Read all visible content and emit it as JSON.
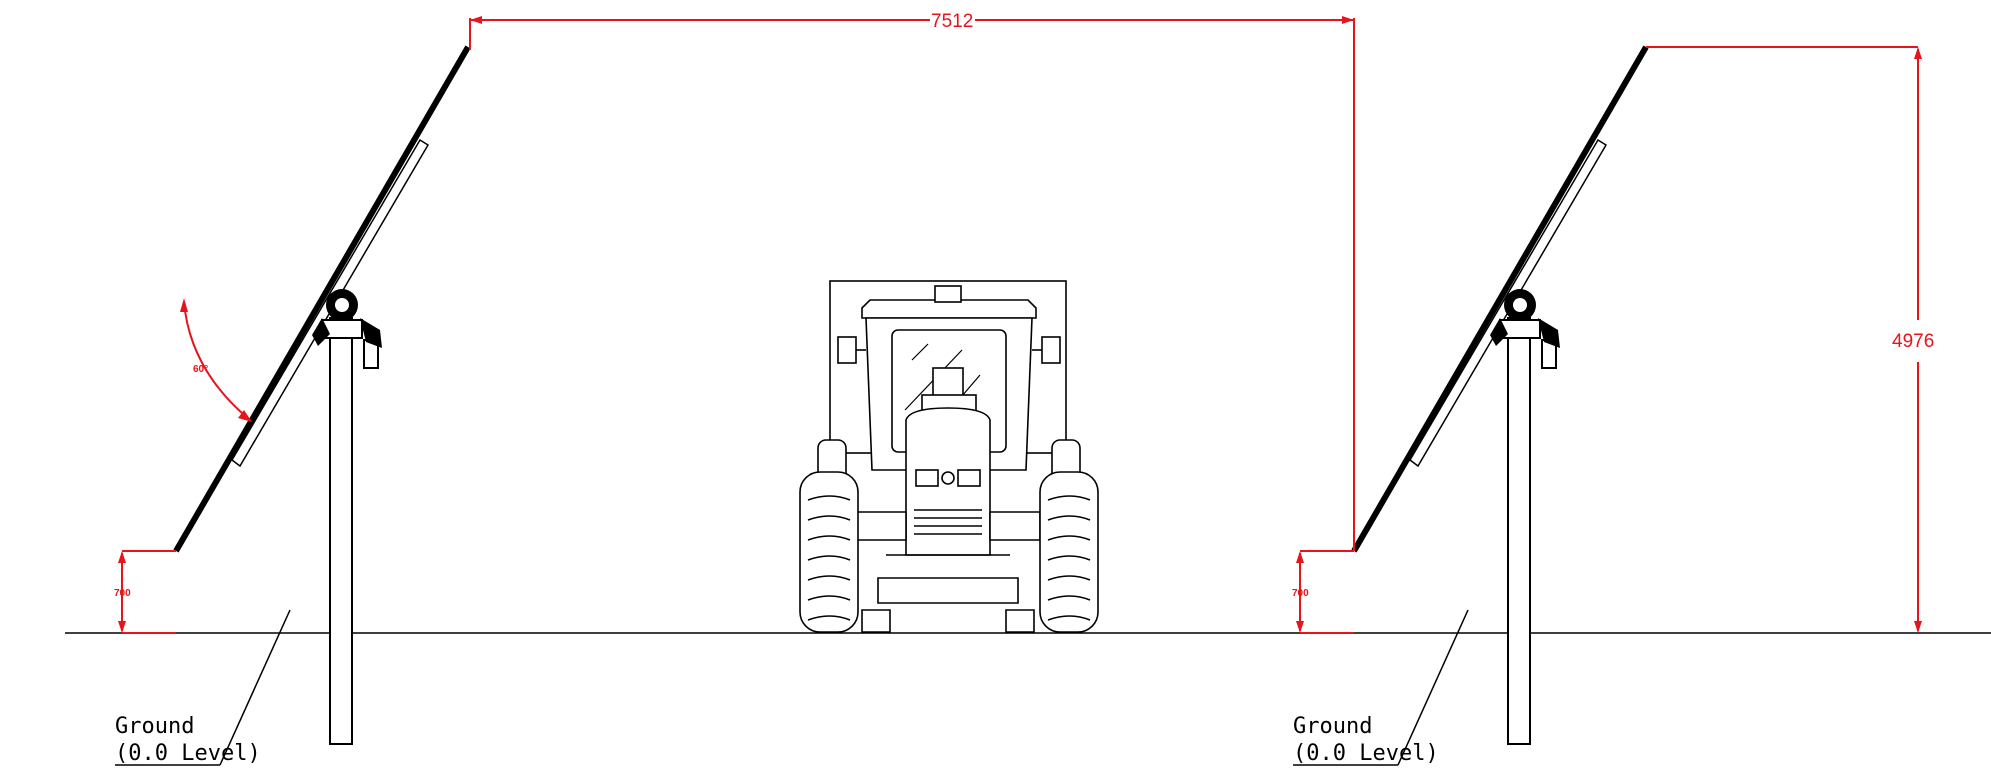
{
  "drawing": {
    "dimensions": {
      "row_spacing": "7512",
      "top_height": "4976",
      "clearance_left": "700",
      "clearance_right": "700",
      "tilt_angle": "60°"
    },
    "labels": {
      "ground_left_line1": "Ground",
      "ground_left_line2": "(0.0 Level)",
      "ground_right_line1": "Ground",
      "ground_right_line2": "(0.0 Level)"
    },
    "colors": {
      "dimension": "#e8141c",
      "linework": "#000000",
      "background": "#ffffff"
    }
  }
}
